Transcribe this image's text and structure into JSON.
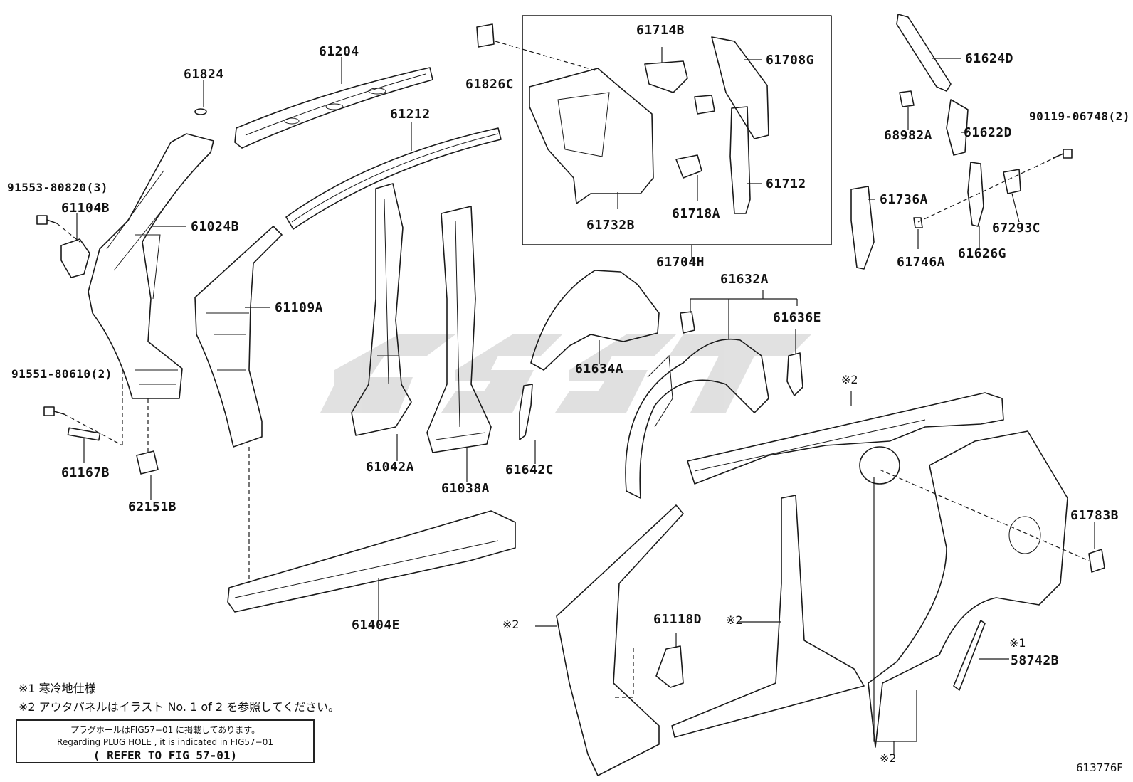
{
  "labels": {
    "p61204": "61204",
    "p61824": "61824",
    "p61212": "61212",
    "p61826c": "61826C",
    "p61714b": "61714B",
    "p61708g": "61708G",
    "p61624d": "61624D",
    "p91553": "91553-80820(3)",
    "p61104b": "61104B",
    "p61024b": "61024B",
    "p61109a": "61109A",
    "p61732b": "61732B",
    "p61718a": "61718A",
    "p61712": "61712",
    "p61704h": "61704H",
    "p68982a": "68982A",
    "p61622d": "61622D",
    "p90119": "90119-06748(2)",
    "p61736a": "61736A",
    "p67293c": "67293C",
    "p61746a": "61746A",
    "p61626g": "61626G",
    "p61632a": "61632A",
    "p61636e": "61636E",
    "p61634a": "61634A",
    "p91551": "91551-80610(2)",
    "p61167b": "61167B",
    "p62151b": "62151B",
    "p61042a": "61042A",
    "p61038a": "61038A",
    "p61642c": "61642C",
    "p61404e": "61404E",
    "p61118d": "61118D",
    "p61783b": "61783B",
    "p58742b": "58742B",
    "mark2_top": "※2",
    "mark2_left": "※2",
    "mark2_mid": "※2",
    "mark2_bottom": "※2",
    "mark1": "※1"
  },
  "notes": {
    "note1": "※1 寒冷地仕様",
    "note2": "※2 アウタパネルはイラスト No. 1 of 2 を参照してください。"
  },
  "reference_box": {
    "line1": "プラグホールはFIG57−01 に掲載してあります。",
    "line2": "Regarding PLUG HOLE , it is indicated in FIG57−01",
    "line3": "( REFER TO FIG 57-01)"
  },
  "figure_number": "613776F"
}
